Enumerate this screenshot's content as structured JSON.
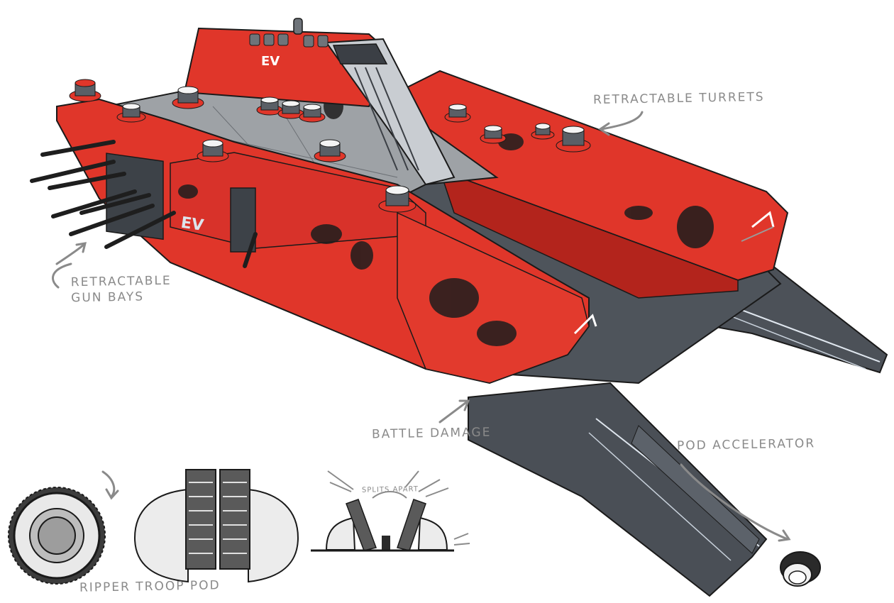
{
  "artwork": {
    "subject": "red armored battleship concept art with troop pod callouts",
    "colors": {
      "hull_red": "#e0362a",
      "hull_dark_red": "#b3241c",
      "metal_gray": "#5a5f66",
      "deck_gray": "#9ea2a6",
      "outline": "#1a1a1a",
      "annotation_gray": "#8a8a8a",
      "background": "#ffffff"
    },
    "hull_emblem": "EV"
  },
  "annotations": [
    {
      "id": "retractable-turrets",
      "text": "RETRACTABLE  TURRETS"
    },
    {
      "id": "retractable-gun-bays",
      "line1": "RETRACTABLE",
      "line2": "GUN BAYS"
    },
    {
      "id": "battle-damage",
      "text": "BATTLE DAMAGE"
    },
    {
      "id": "pod-accelerator",
      "text": "POD ACCELERATOR"
    },
    {
      "id": "splits-apart",
      "text": "SPLITS APART"
    },
    {
      "id": "ripper-troop-pod",
      "text": "RIPPER TROOP POD"
    }
  ]
}
